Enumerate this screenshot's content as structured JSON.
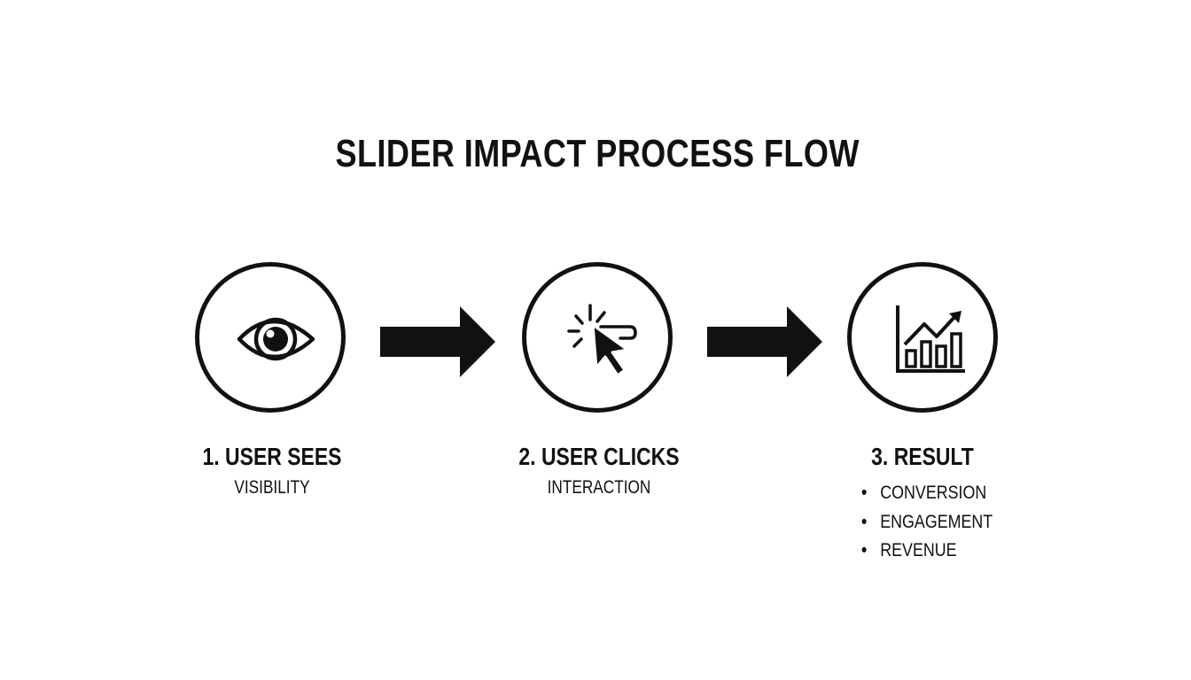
{
  "title": "SLIDER IMPACT PROCESS FLOW",
  "steps": [
    {
      "title": "1. USER SEES",
      "subtitle": "VISIBILITY",
      "icon": "eye-icon"
    },
    {
      "title": "2. USER CLICKS",
      "subtitle": "INTERACTION",
      "icon": "cursor-click-icon"
    },
    {
      "title": "3. RESULT",
      "icon": "growth-chart-icon",
      "results": [
        "CONVERSION",
        "ENGAGEMENT",
        "REVENUE"
      ]
    }
  ],
  "colors": {
    "ink": "#111111",
    "background": "#ffffff"
  }
}
